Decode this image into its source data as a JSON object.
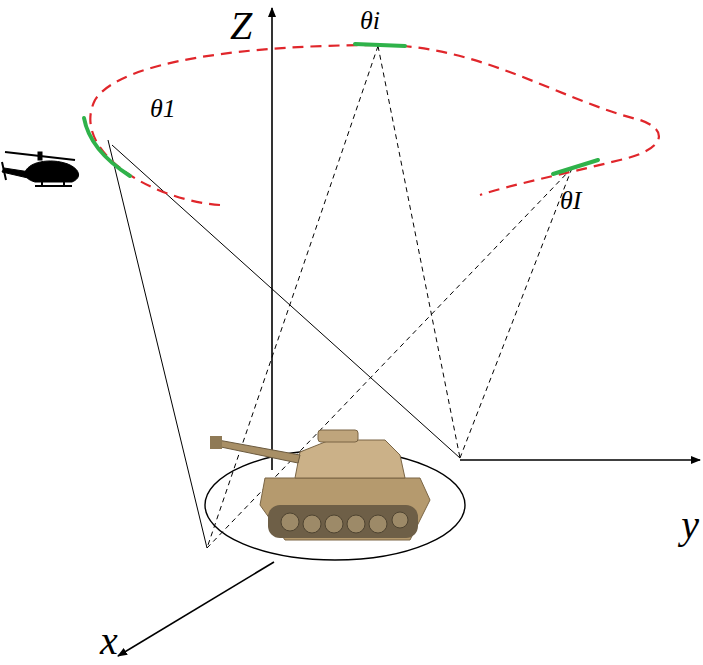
{
  "diagram": {
    "labels": [
      "Z",
      "y",
      "x",
      "θ1",
      "θi",
      "θI"
    ]
  }
}
